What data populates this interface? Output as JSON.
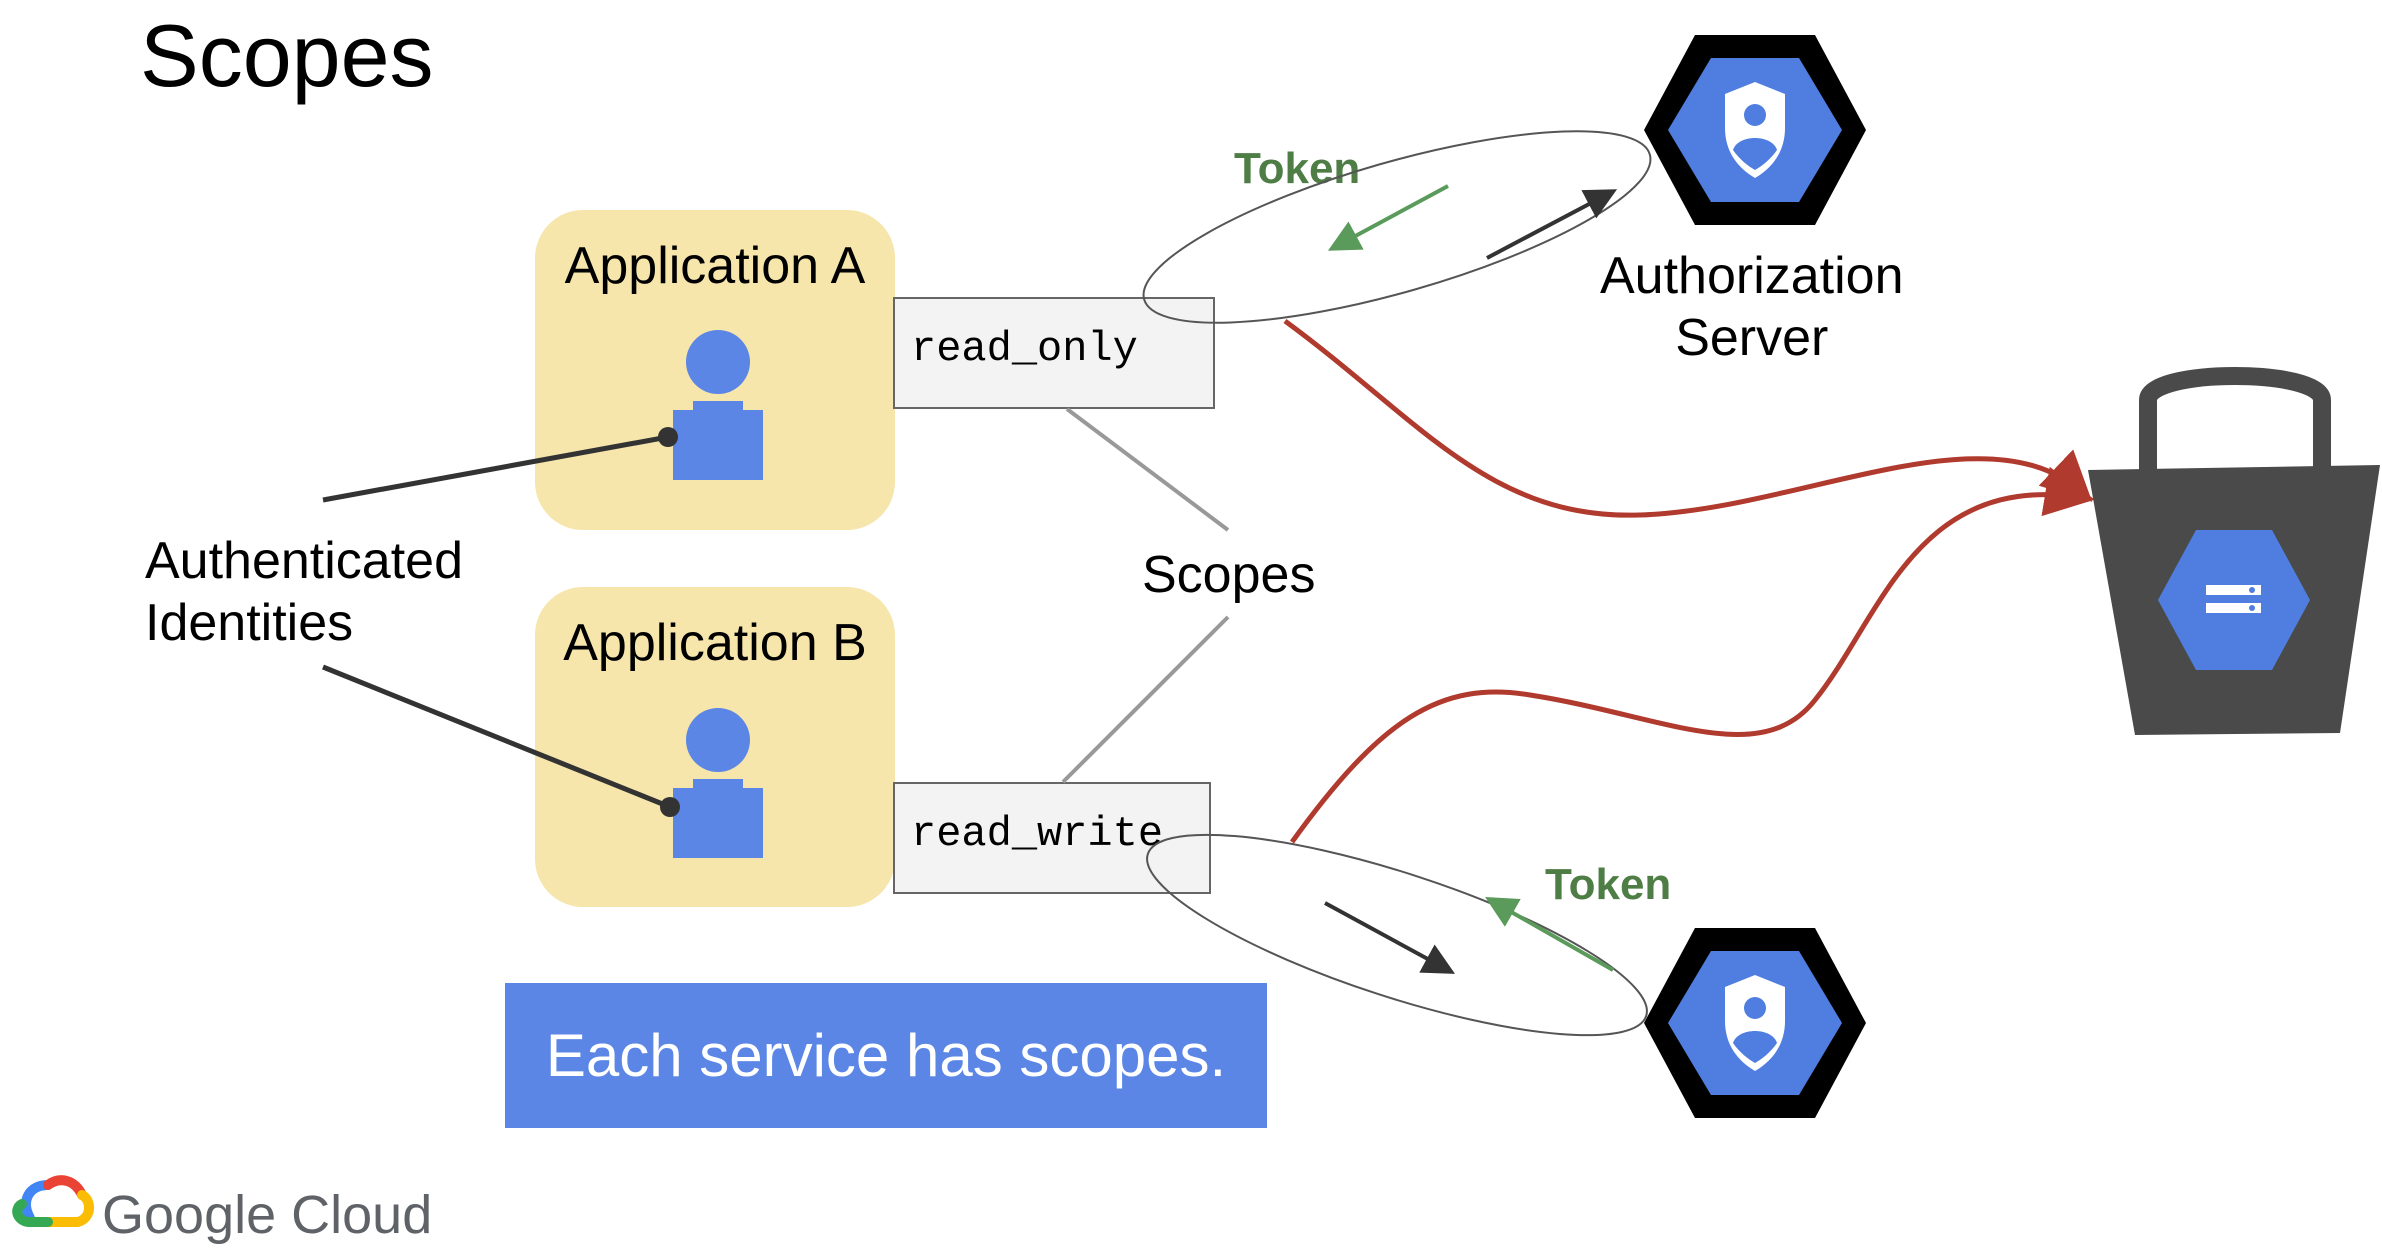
{
  "title": "Scopes",
  "applications": [
    {
      "label": "Application A",
      "scope": "read_only"
    },
    {
      "label": "Application B",
      "scope": "read_write"
    }
  ],
  "identities_label": [
    "Authenticated",
    "Identities"
  ],
  "scopes_label": "Scopes",
  "auth_server_label": [
    "Authorization",
    "Server"
  ],
  "token_label": "Token",
  "callout_text": "Each service has scopes.",
  "brand": "Google Cloud",
  "colors": {
    "app_box": "#f6e6ac",
    "person": "#5b86e5",
    "callout": "#5b86e5",
    "flow_arrow": "#b03a2e",
    "token": "#4e7d45",
    "hexagon_outer": "#000000",
    "hexagon_inner": "#4f7ee0",
    "bucket": "#4a4a4a"
  }
}
